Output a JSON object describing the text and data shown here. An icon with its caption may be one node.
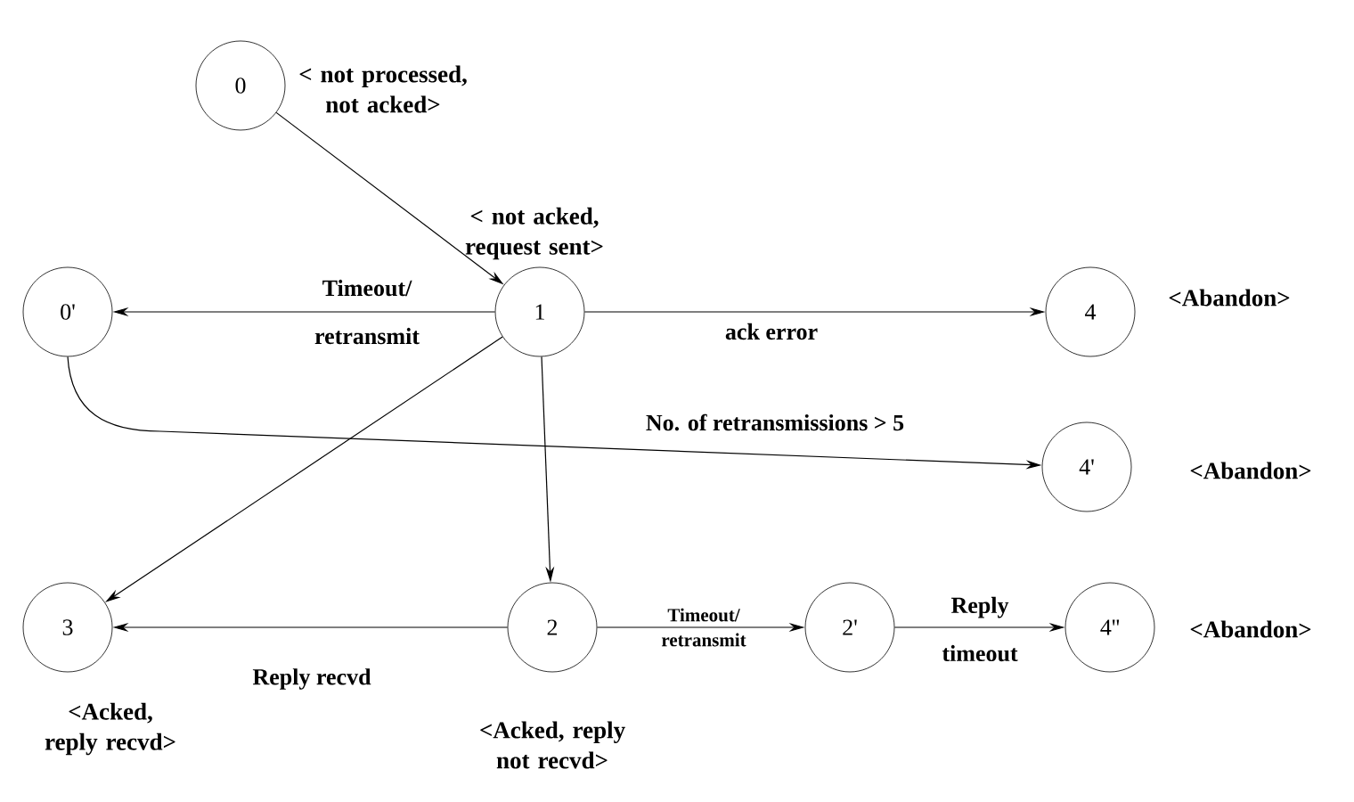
{
  "diagram": {
    "nodes": [
      {
        "text": [
          "0"
        ],
        "beside": [
          "< not processed, not acked>"
        ]
      },
      {
        "text": [
          "1"
        ],
        "beside": [
          "< not acked, request sent>"
        ]
      },
      {
        "text": [
          "0'"
        ]
      },
      {
        "text": [
          "4"
        ],
        "beside": [
          "<Abandon>"
        ]
      },
      {
        "text": [
          "4'"
        ],
        "beside": [
          "<Abandon>"
        ]
      },
      {
        "text": [
          "3"
        ],
        "beside": [
          "<Acked, reply recvd>"
        ]
      },
      {
        "text": [
          "2"
        ],
        "beside": [
          "<Acked, reply not recvd>"
        ]
      },
      {
        "text": [
          "2'"
        ]
      },
      {
        "text": [
          "4''"
        ],
        "beside": [
          "<Abandon>"
        ]
      }
    ],
    "edges": [
      {
        "from": 0,
        "to": 1,
        "arrow": "to"
      },
      {
        "from": 1,
        "to": 2,
        "arrow": "to",
        "label": "Timeout/ retransmit"
      },
      {
        "from": 1,
        "to": 3,
        "arrow": "to",
        "label": "ack error"
      },
      {
        "from": 2,
        "to": 4,
        "arrow": "to",
        "label": "No. of retransmissions > 5"
      },
      {
        "from": 1,
        "to": 5,
        "arrow": "to"
      },
      {
        "from": 1,
        "to": 6,
        "arrow": "to"
      },
      {
        "from": 6,
        "to": 5,
        "arrow": "to",
        "label": "Reply recvd"
      },
      {
        "from": 6,
        "to": 7,
        "arrow": "to",
        "label": "Timeout/ retransmit"
      },
      {
        "from": 7,
        "to": 8,
        "arrow": "to",
        "label": "Reply timeout"
      }
    ]
  }
}
